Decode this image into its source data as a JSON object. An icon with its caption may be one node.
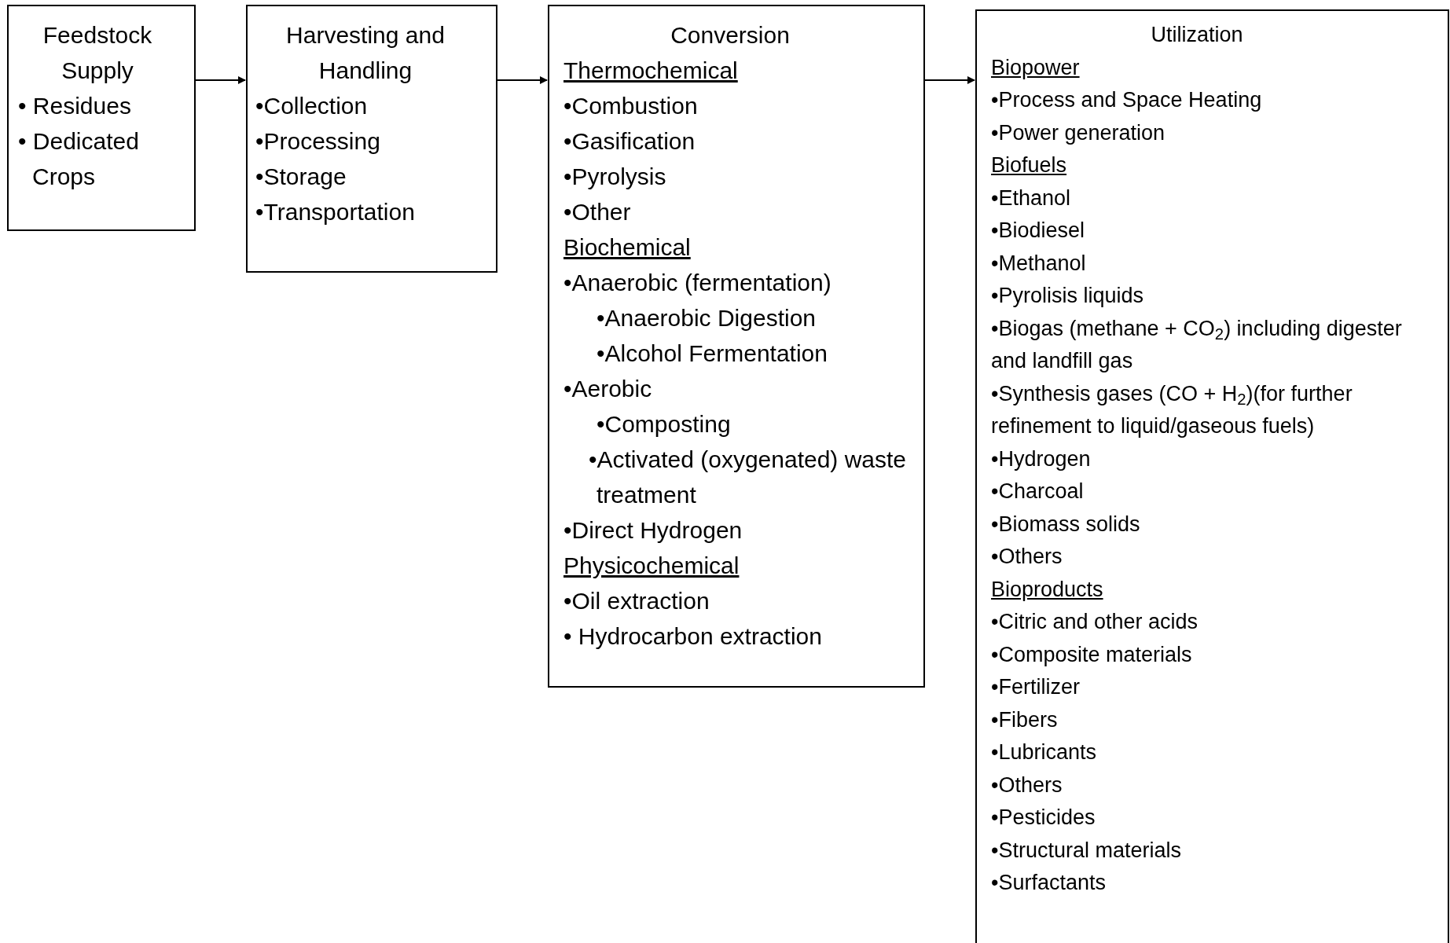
{
  "diagram": {
    "nodes": [
      {
        "text": [
          "Feedstock Supply",
          "• Residues",
          "• Dedicated Crops"
        ]
      },
      {
        "text": [
          "Harvesting and Handling",
          "•Collection",
          "•Processing",
          "•Storage",
          "•Transportation"
        ]
      },
      {
        "text": [
          "Conversion",
          "Thermochemical",
          "•Combustion",
          "•Gasification",
          "•Pyrolysis",
          "•Other",
          "Biochemical",
          "•Anaerobic (fermentation)",
          "•Anaerobic Digestion",
          "•Alcohol Fermentation",
          "•Aerobic",
          "•Composting",
          "•Activated (oxygenated) waste treatment",
          "•Direct Hydrogen",
          "Physicochemical",
          "•Oil extraction",
          "• Hydrocarbon extraction"
        ]
      },
      {
        "text": [
          "Utilization",
          "Biopower",
          "•Process and Space Heating",
          "•Power generation",
          "Biofuels",
          "•Ethanol",
          "•Biodiesel",
          "•Methanol",
          "•Pyrolisis liquids",
          "•Biogas (methane + CO$_{2}$) including digester and landfill gas",
          "•Synthesis gases (CO + H$_{2}$)(for further refinement to liquid/gaseous fuels)",
          "•Hydrogen",
          "•Charcoal",
          "•Biomass solids",
          "•Others",
          "Bioproducts",
          "•Citric and other acids",
          "•Composite materials",
          "•Fertilizer",
          "•Fibers",
          "•Lubricants",
          "•Others",
          "•Pesticides",
          "•Structural materials",
          "•Surfactants"
        ]
      }
    ],
    "edges": [
      {
        "from": 0,
        "to": 1,
        "arrow": "to"
      },
      {
        "from": 1,
        "to": 2,
        "arrow": "to"
      },
      {
        "from": 2,
        "to": 3,
        "arrow": "to"
      }
    ]
  }
}
